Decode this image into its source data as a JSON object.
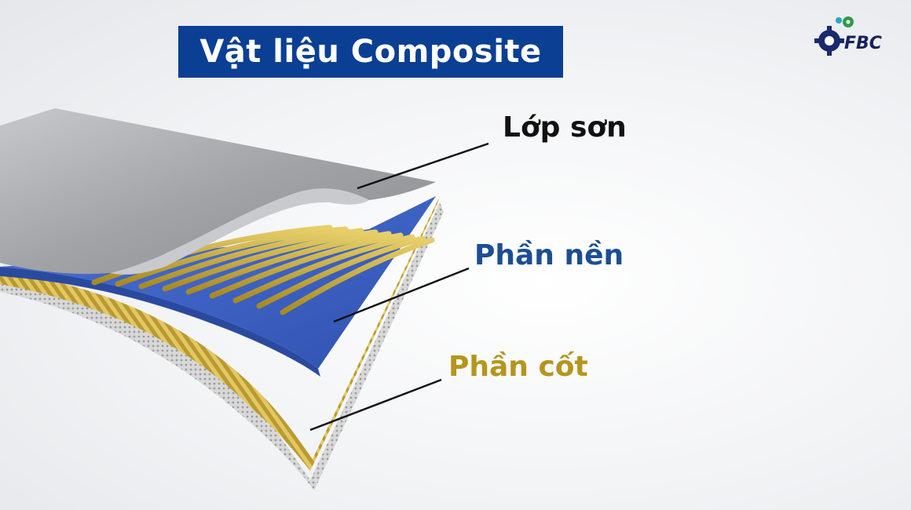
{
  "title": "Vật liệu Composite",
  "logo": {
    "text": "FBC",
    "icon": "gear-icon"
  },
  "layers": [
    {
      "label": "Lớp sơn",
      "color": "#111111"
    },
    {
      "label": "Phần nền",
      "color": "#1c4e93"
    },
    {
      "label": "Phần cốt",
      "color": "#b4961c"
    }
  ],
  "colors": {
    "title_bg": "#0b3f94",
    "coat": "#a9aaad",
    "matrix": "#3e63c4",
    "fiber": "#c9a93a",
    "logo_blue": "#1a2a6c",
    "logo_green": "#2e9b4a"
  }
}
